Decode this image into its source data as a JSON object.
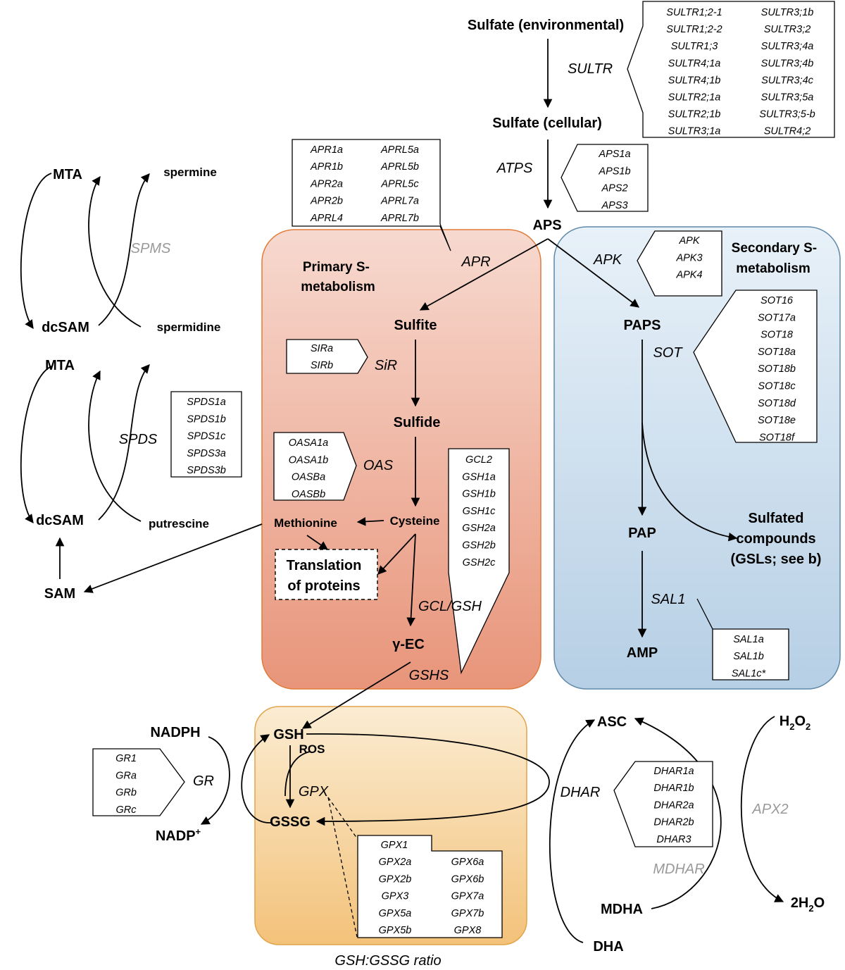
{
  "regions": {
    "primary": "Primary S-\nmetabolism",
    "secondary": "Secondary S-\nmetabolism"
  },
  "metabolites": {
    "sulfate_env": "Sulfate (environmental)",
    "sulfate_cell": "Sulfate (cellular)",
    "aps": "APS",
    "paps": "PAPS",
    "pap": "PAP",
    "amp": "AMP",
    "sulfated": "Sulfated\ncompounds\n(GSLs; see b)",
    "sulfite": "Sulfite",
    "sulfide": "Sulfide",
    "cysteine": "Cysteine",
    "methionine": "Methionine",
    "translation": "Translation\nof proteins",
    "gec": "γ-EC",
    "mta1": "MTA",
    "dcsam1": "dcSAM",
    "spermine": "spermine",
    "spermidine": "spermidine",
    "mta2": "MTA",
    "dcsam2": "dcSAM",
    "putrescine": "putrescine",
    "sam": "SAM",
    "nadph": "NADPH",
    "nadp": "NADP",
    "nadp_sup": "+",
    "gsh": "GSH",
    "gssg": "GSSG",
    "ros": "ROS",
    "asc": "ASC",
    "h2o2": "H",
    "h2o2_sub": "2",
    "h2o2_o": "O",
    "h2o2_sub2": "2",
    "h2o": "2H",
    "h2o_sub": "2",
    "h2o_o": "O",
    "mdha": "MDHA",
    "dha": "DHA"
  },
  "enzymes": {
    "sultr": "SULTR",
    "atps": "ATPS",
    "apr": "APR",
    "apk": "APK",
    "sot": "SOT",
    "sal1": "SAL1",
    "sir": "SiR",
    "oas": "OAS",
    "gclgsh": "GCL/GSH",
    "gshs": "GSHS",
    "spms": "SPMS",
    "spds": "SPDS",
    "gr": "GR",
    "gpx": "GPX",
    "dhar": "DHAR",
    "mdhar": "MDHAR",
    "apx2": "APX2"
  },
  "caption": "GSH:GSSG ratio",
  "genes": {
    "sultr": [
      [
        "SULTR1;2-1",
        "SULTR3;1b"
      ],
      [
        "SULTR1;2-2",
        "SULTR3;2"
      ],
      [
        "SULTR1;3",
        "SULTR3;4a"
      ],
      [
        "SULTR4;1a",
        "SULTR3;4b"
      ],
      [
        "SULTR4;1b",
        "SULTR3;4c"
      ],
      [
        "SULTR2;1a",
        "SULTR3;5a"
      ],
      [
        "SULTR2;1b",
        "SULTR3;5-b"
      ],
      [
        "SULTR3;1a",
        "SULTR4;2"
      ]
    ],
    "atps": [
      "APS1a",
      "APS1b",
      "APS2",
      "APS3"
    ],
    "apr": [
      [
        "APR1a",
        "APRL5a"
      ],
      [
        "APR1b",
        "APRL5b"
      ],
      [
        "APR2a",
        "APRL5c"
      ],
      [
        "APR2b",
        "APRL7a"
      ],
      [
        "APRL4",
        "APRL7b"
      ]
    ],
    "apk": [
      "APK",
      "APK3",
      "APK4"
    ],
    "sot": [
      "SOT16",
      "SOT17a",
      "SOT18",
      "SOT18a",
      "SOT18b",
      "SOT18c",
      "SOT18d",
      "SOT18e",
      "SOT18f"
    ],
    "sal1": [
      "SAL1a",
      "SAL1b",
      "SAL1c*"
    ],
    "sir": [
      "SIRa",
      "SIRb"
    ],
    "oas": [
      "OASA1a",
      "OASA1b",
      "OASBa",
      "OASBb"
    ],
    "gcl": [
      "GCL2",
      "GSH1a",
      "GSH1b",
      "GSH1c",
      "GSH2a",
      "GSH2b",
      "GSH2c"
    ],
    "spds": [
      "SPDS1a",
      "SPDS1b",
      "SPDS1c",
      "SPDS3a",
      "SPDS3b"
    ],
    "gr": [
      "GR1",
      "GRa",
      "GRb",
      "GRc"
    ],
    "gpx_top": "GPX1",
    "gpx": [
      [
        "GPX2a",
        "GPX6a"
      ],
      [
        "GPX2b",
        "GPX6b"
      ],
      [
        "GPX3",
        "GPX7a"
      ],
      [
        "GPX5a",
        "GPX7b"
      ],
      [
        "GPX5b",
        "GPX8"
      ]
    ],
    "dhar": [
      "DHAR1a",
      "DHAR1b",
      "DHAR2a",
      "DHAR2b",
      "DHAR3"
    ]
  },
  "colors": {
    "primary_top": "#f7d9cf",
    "primary_bottom": "#e8957a",
    "primary_stroke": "#e07b3a",
    "secondary_top": "#e8f1f8",
    "secondary_bottom": "#b6cfe5",
    "secondary_stroke": "#5e88a8",
    "gsh_top": "#fbecd2",
    "gsh_bottom": "#f3c27a",
    "gsh_stroke": "#e2a44a"
  }
}
